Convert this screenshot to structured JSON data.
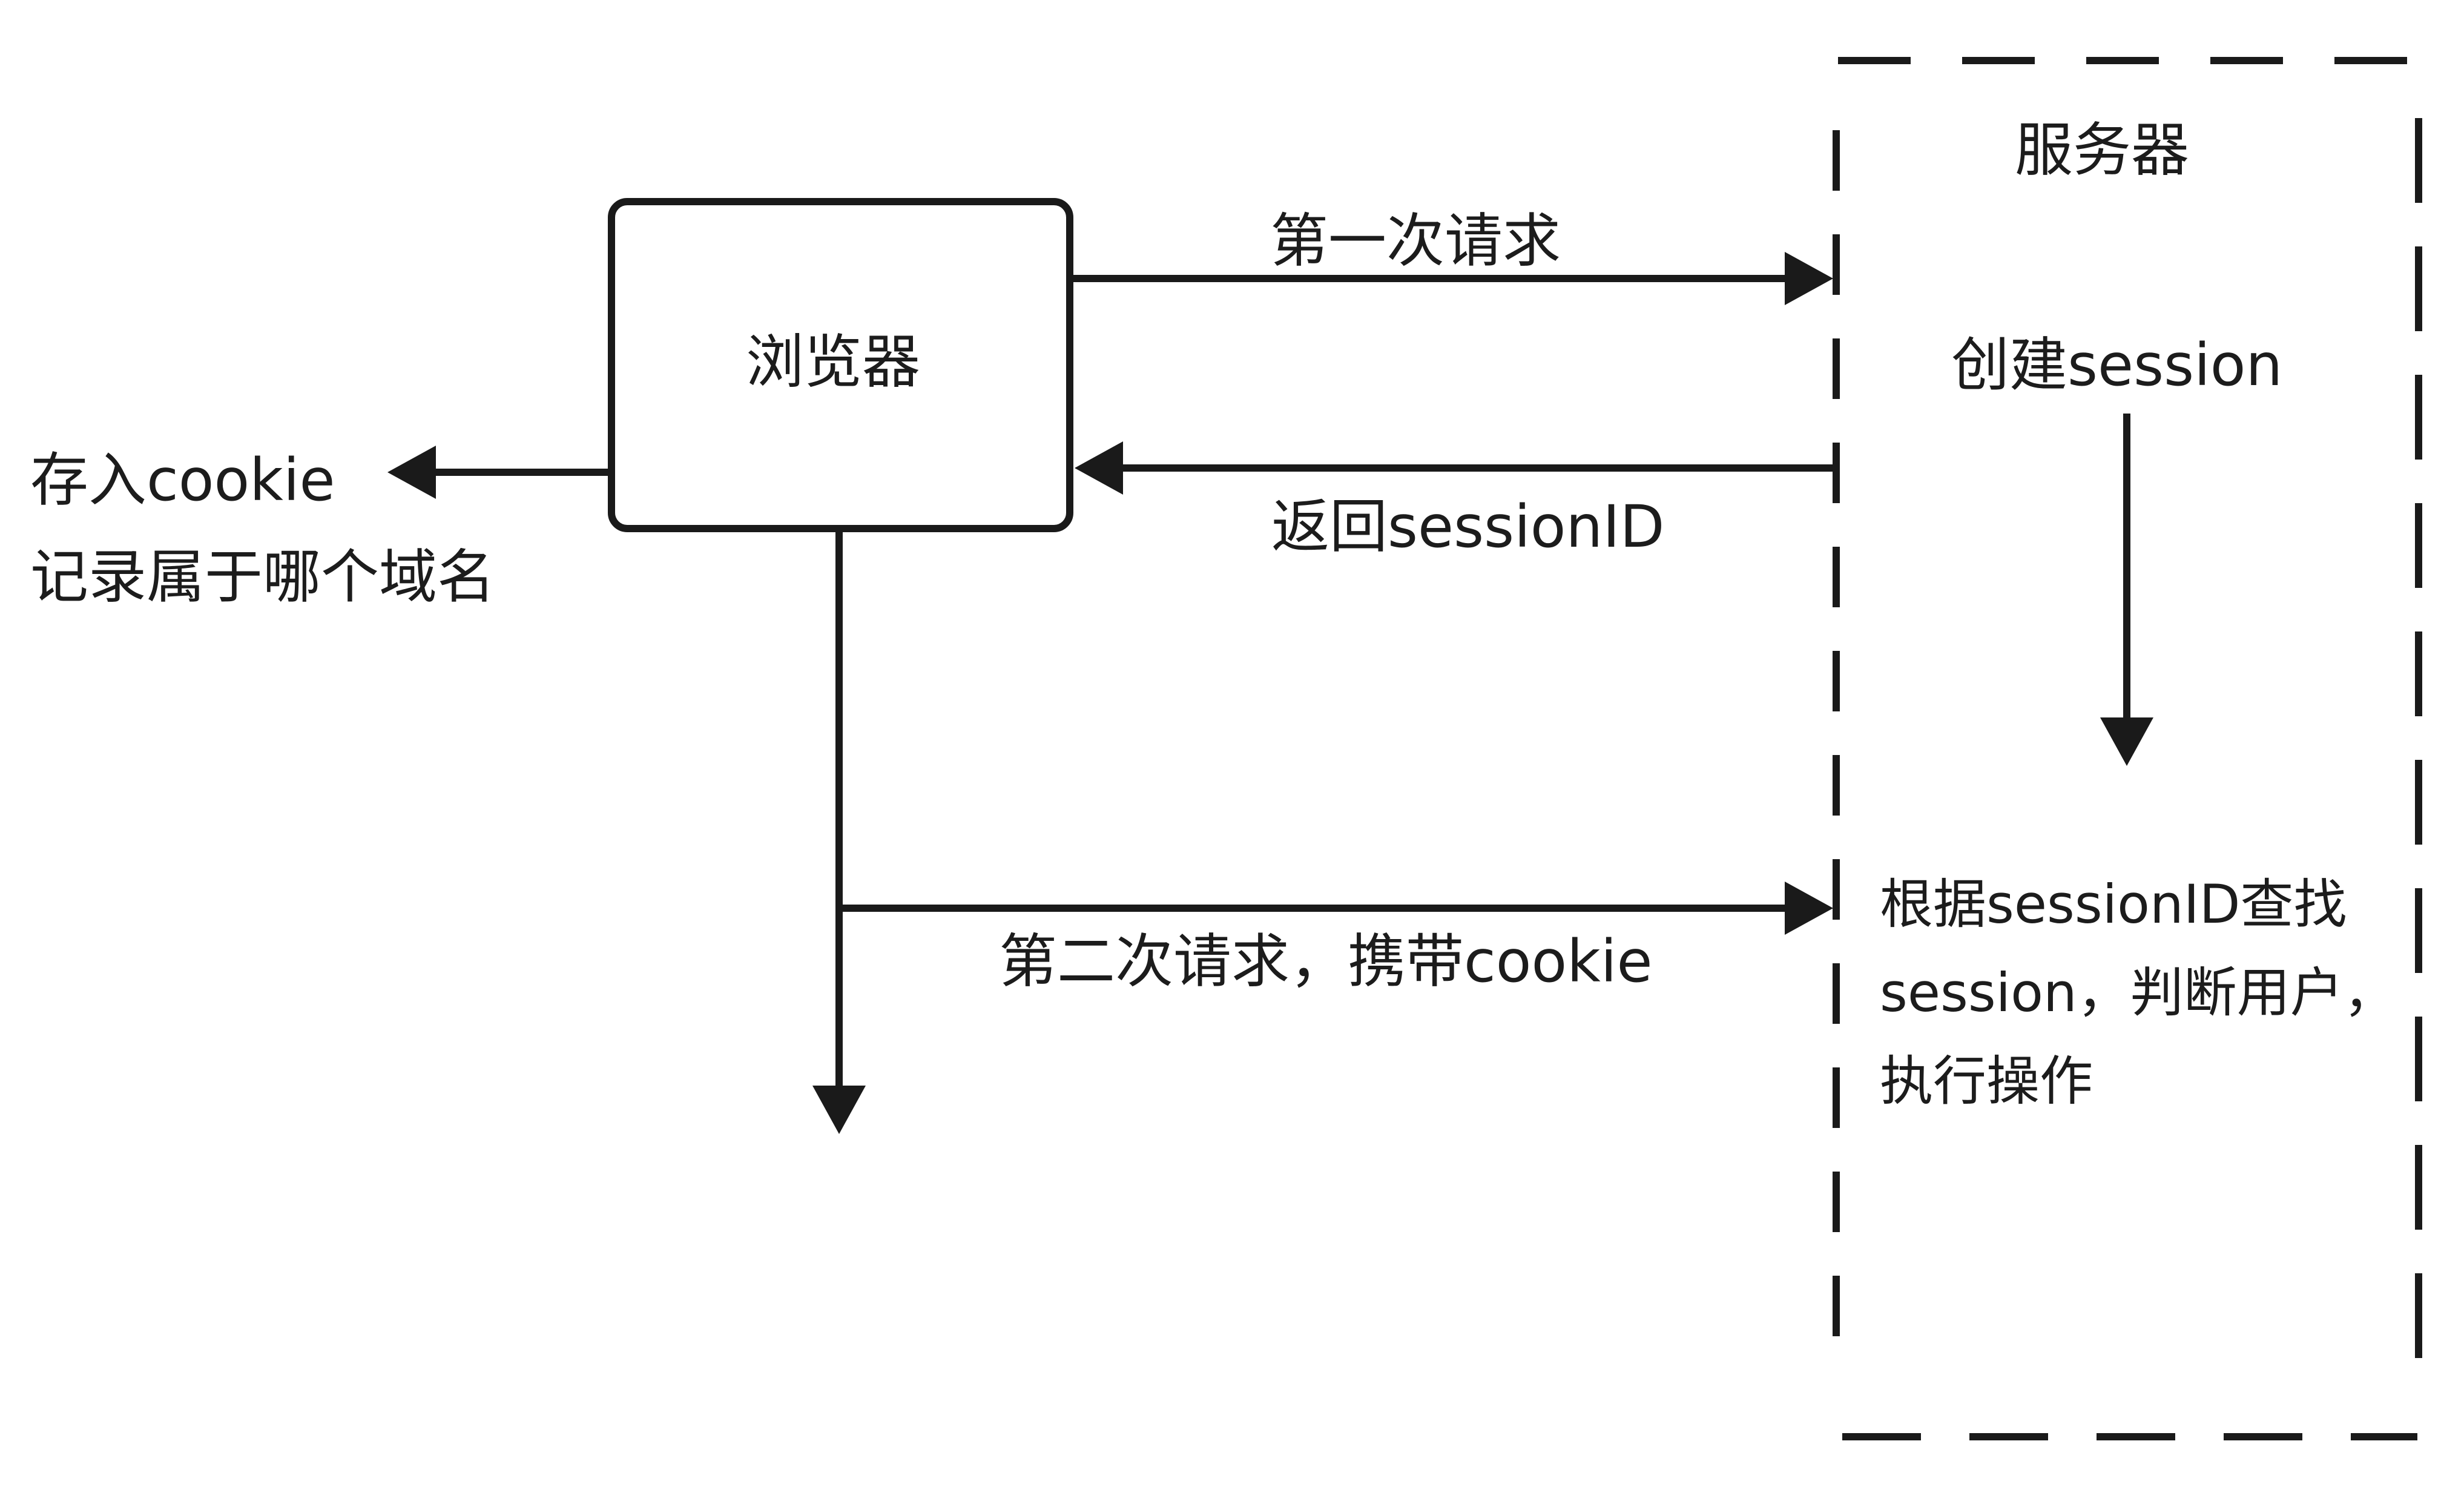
{
  "nodes": {
    "browser": {
      "label": "浏览器"
    },
    "server": {
      "label": "服务器",
      "create_session": "创建session",
      "lookup_lines": [
        "根据sessionID查找",
        "session，判断用户，",
        "执行操作"
      ]
    },
    "cookie_note": {
      "lines": [
        "存入cookie",
        "记录属于哪个域名"
      ]
    }
  },
  "edges": {
    "first_request": "第一次请求",
    "return_session_id": "返回sessionID",
    "second_request": "第二次请求，携带cookie"
  },
  "colors": {
    "stroke": "#1a1a1a",
    "text": "#1c1c1c",
    "background": "#ffffff"
  }
}
